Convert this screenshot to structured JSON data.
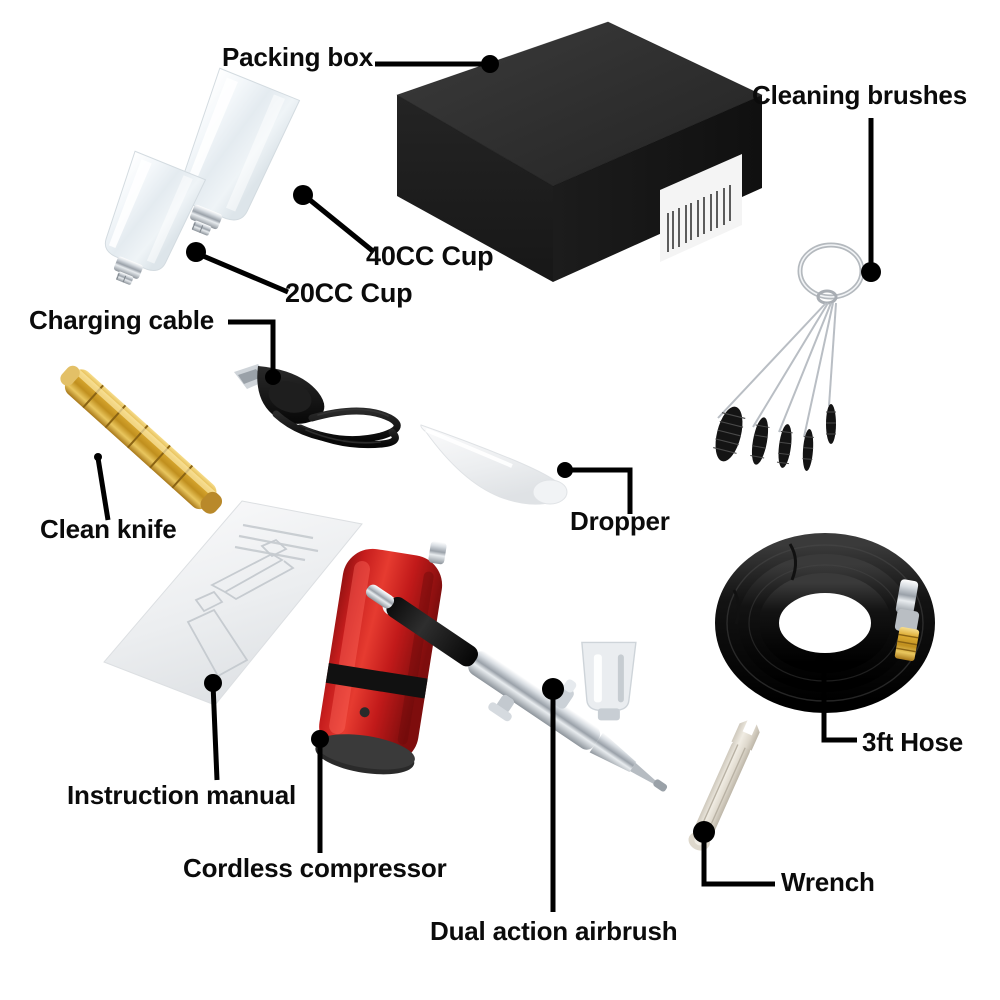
{
  "image": {
    "kind": "product-component-diagram",
    "subject": "Cordless airbrush kit contents",
    "background_color": "#ffffff",
    "label_color": "#0b0b0b",
    "leader_color": "#000000"
  },
  "labels": {
    "packing_box": "Packing box",
    "cleaning_brushes": "Cleaning brushes",
    "cup_40cc": "40CC Cup",
    "cup_20cc": "20CC Cup",
    "charging_cable": "Charging cable",
    "clean_knife": "Clean knife",
    "dropper": "Dropper",
    "hose": "3ft Hose",
    "instruction_manual": "Instruction manual",
    "cordless_compressor": "Cordless compressor",
    "wrench": "Wrench",
    "dual_action_airbrush": "Dual action airbrush"
  },
  "parts": [
    {
      "id": "packing-box",
      "label": "Packing box",
      "color": "#2b2b2b",
      "accent": "#f2f2f2",
      "note": "black rectangular box in 3/4 perspective with white barcode label"
    },
    {
      "id": "cup-40cc",
      "label": "40CC Cup",
      "color": "#eef2f4",
      "note": "translucent tapered plastic paint cup, larger"
    },
    {
      "id": "cup-20cc",
      "label": "20CC Cup",
      "color": "#eef2f4",
      "note": "translucent tapered plastic paint cup, smaller"
    },
    {
      "id": "cleaning-brushes",
      "label": "Cleaning brushes",
      "color": "#1a1a1a",
      "accent": "#c9ccd1",
      "count": 5,
      "note": "five wire brushes on a split keyring"
    },
    {
      "id": "charging-cable",
      "label": "Charging cable",
      "color": "#111111",
      "note": "black USB charging cable, coiled"
    },
    {
      "id": "clean-knife",
      "label": "Clean knife",
      "color": "#d4a328",
      "note": "brass/gold segmented cleaning needle tool"
    },
    {
      "id": "dropper",
      "label": "Dropper",
      "color": "#f2f3f5",
      "note": "white plastic pipette dropper"
    },
    {
      "id": "hose",
      "label": "3ft Hose",
      "color": "#121212",
      "accent": "#c08a2a",
      "note": "coiled black air hose with brass and chrome fittings"
    },
    {
      "id": "instruction-manual",
      "label": "Instruction manual",
      "color": "#e9eaec",
      "note": "folded light gray manual showing airbrush line art"
    },
    {
      "id": "cordless-compressor",
      "label": "Cordless compressor",
      "color": "#cc1d1d",
      "accent": "#1d1d1d",
      "note": "red cylindrical cordless compressor with black band and power button"
    },
    {
      "id": "dual-action-airbrush",
      "label": "Dual action airbrush",
      "color": "#d9dde1",
      "accent": "#1c1c1c",
      "note": "chrome dual-action airbrush with black grip and clear gravity cup"
    },
    {
      "id": "wrench",
      "label": "Wrench",
      "color": "#e3ded4",
      "note": "small open-end spanner wrench"
    }
  ]
}
